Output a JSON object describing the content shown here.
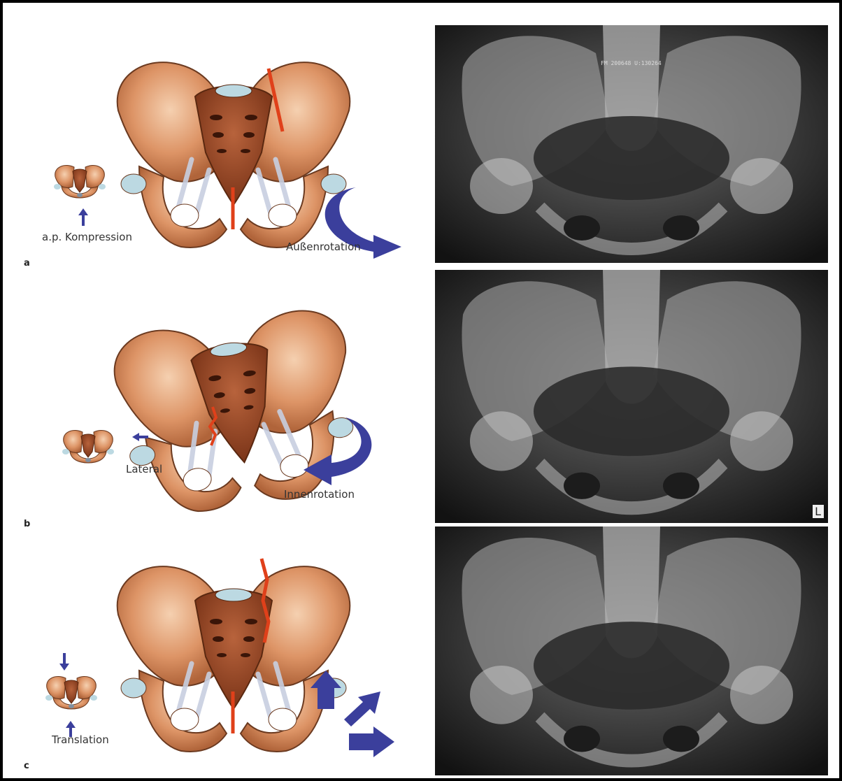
{
  "panels": [
    {
      "letter": "a",
      "small_label": "a.p. Kompression",
      "rotation_label": "Außenrotation",
      "xray_print": "FM 200648 U:130264"
    },
    {
      "letter": "b",
      "small_label": "Lateral",
      "rotation_label": "Innenrotation",
      "xray_marker": "L"
    },
    {
      "letter": "c",
      "small_label": "Translation"
    }
  ],
  "colors": {
    "bone": "#d98b5e",
    "bone_light": "#f0c4a0",
    "sacrum": "#9a4a2c",
    "fracture": "#e0401a",
    "arrow": "#3b3f9c",
    "cartilage": "#bcd9e2"
  }
}
